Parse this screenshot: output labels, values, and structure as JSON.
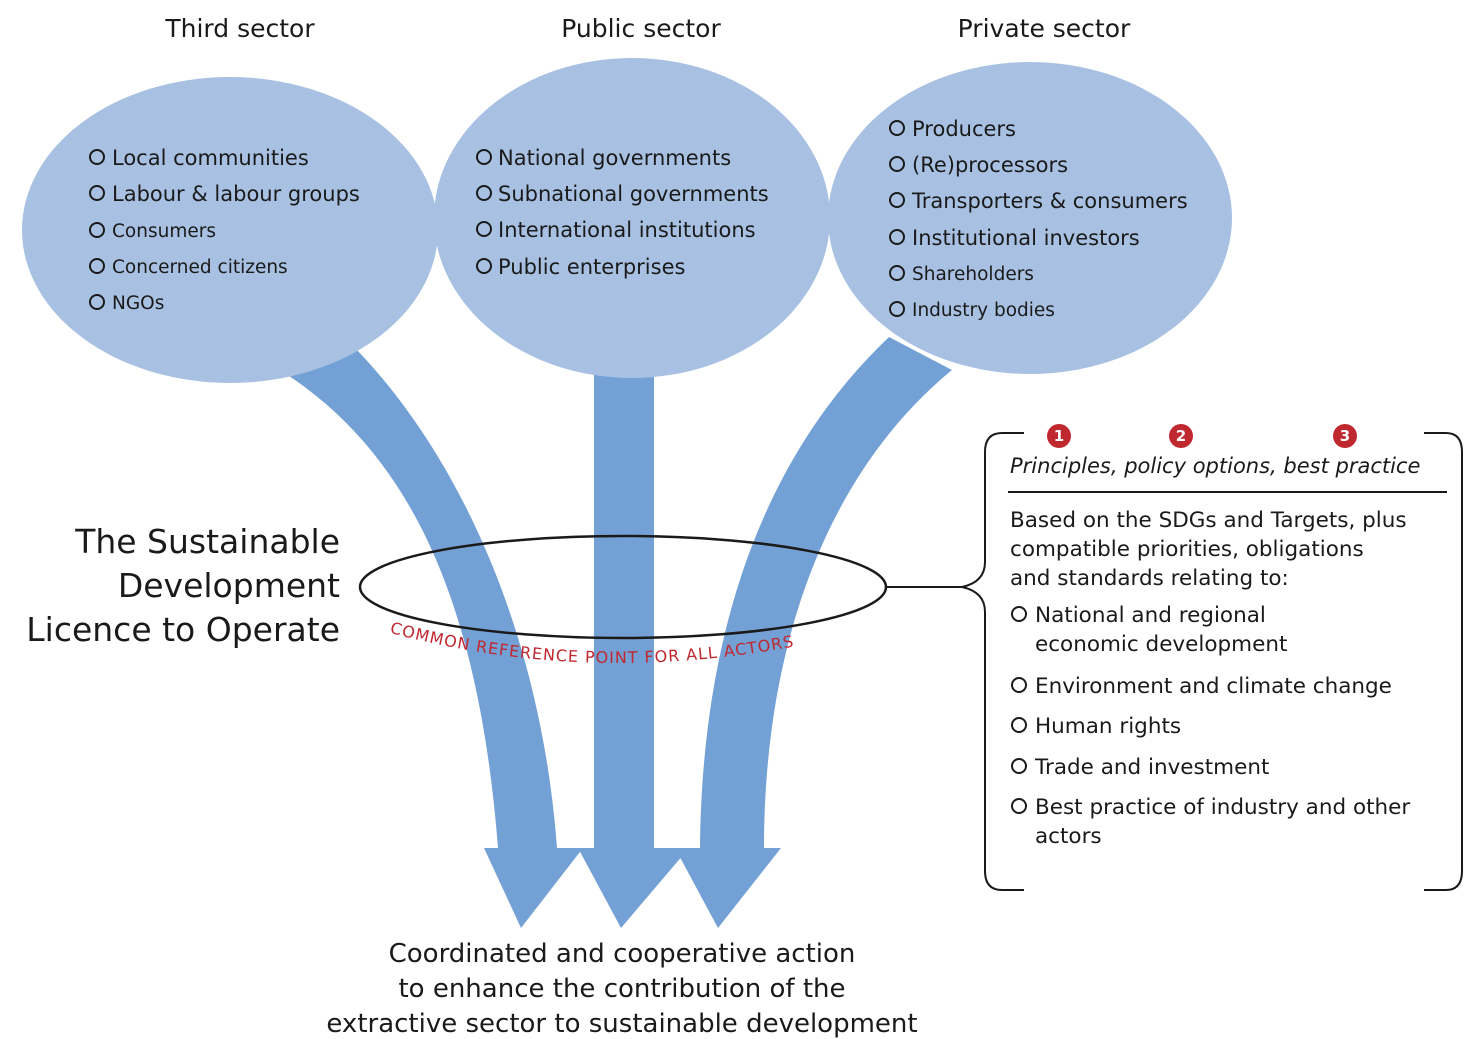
{
  "sectors": {
    "third": {
      "title": "Third sector",
      "items": [
        "Local communities",
        "Labour & labour groups",
        "Consumers",
        "Concerned citizens",
        "NGOs"
      ]
    },
    "public": {
      "title": "Public sector",
      "items": [
        "National governments",
        "Subnational governments",
        "International institutions",
        "Public enterprises"
      ]
    },
    "private": {
      "title": "Private sector",
      "items": [
        "Producers",
        "(Re)processors",
        "Transporters & consumers",
        "Institutional investors",
        "Shareholders",
        "Industry bodies"
      ]
    }
  },
  "licence": {
    "line1": "The Sustainable",
    "line2": "Development",
    "line3": "Licence to Operate",
    "ring_label": "COMMON REFERENCE POINT FOR ALL ACTORS"
  },
  "outcome": {
    "line1": "Coordinated and cooperative action",
    "line2": "to enhance the contribution of the",
    "line3": "extractive sector to sustainable development"
  },
  "panel": {
    "numbers": [
      "1",
      "2",
      "3"
    ],
    "heading": "Principles, policy options, best practice",
    "intro": [
      "Based on the SDGs and Targets, plus",
      "compatible priorities, obligations",
      "and standards relating to:"
    ],
    "items": [
      [
        "National and regional",
        "economic development"
      ],
      [
        "Environment and climate change"
      ],
      [
        "Human rights"
      ],
      [
        "Trade and investment"
      ],
      [
        "Best practice of industry and other",
        "actors"
      ]
    ]
  },
  "colors": {
    "ellipse": "#a8c1e2",
    "arrow": "#74a1d5",
    "accent_red": "#c0282f",
    "text": "#1a1a1a"
  }
}
